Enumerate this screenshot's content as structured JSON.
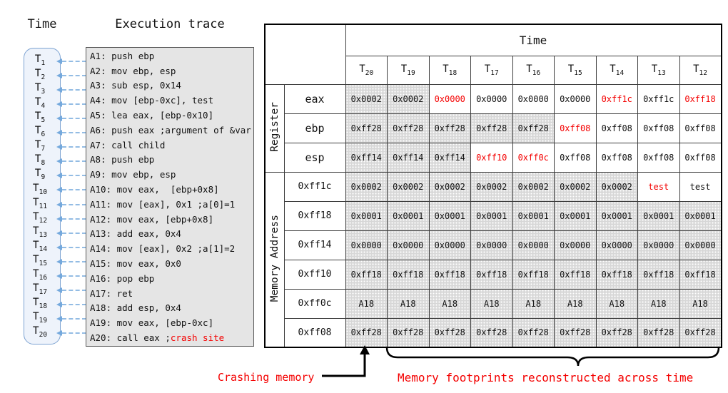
{
  "titles": {
    "time_axis": "Time",
    "execution_trace": "Execution trace"
  },
  "time_points": [
    1,
    2,
    3,
    4,
    5,
    6,
    7,
    8,
    9,
    10,
    11,
    12,
    13,
    14,
    15,
    16,
    17,
    18,
    19,
    20
  ],
  "trace_lines": [
    {
      "text": "A1: push ebp"
    },
    {
      "text": "A2: mov ebp, esp"
    },
    {
      "text": "A3: sub esp, 0x14"
    },
    {
      "text": "A4: mov [ebp-0xc], test"
    },
    {
      "text": "A5: lea eax, [ebp-0x10]"
    },
    {
      "text": "A6: push eax ;argument of &var"
    },
    {
      "text": "A7: call child"
    },
    {
      "text": "A8: push ebp"
    },
    {
      "text": "A9: mov ebp, esp"
    },
    {
      "text": "A10: mov eax,  [ebp+0x8]"
    },
    {
      "text": "A11: mov [eax], 0x1 ;a[0]=1"
    },
    {
      "text": "A12: mov eax, [ebp+0x8]"
    },
    {
      "text": "A13: add eax, 0x4"
    },
    {
      "text": "A14: mov [eax], 0x2 ;a[1]=2"
    },
    {
      "text": "A15: mov eax, 0x0"
    },
    {
      "text": "A16: pop ebp"
    },
    {
      "text": "A17: ret"
    },
    {
      "text": "A18: add esp, 0x4"
    },
    {
      "text": "A19: mov eax, [ebp-0xc]"
    },
    {
      "text": "A20: call eax ;",
      "crash_text": "crash site"
    }
  ],
  "table": {
    "time_header": "Time",
    "columns": [
      20,
      19,
      18,
      17,
      16,
      15,
      14,
      13,
      12
    ],
    "sections": [
      {
        "label": "Register",
        "rows": [
          {
            "label": "eax",
            "values": [
              "0x0002",
              "0x0002",
              "0x0000",
              "0x0000",
              "0x0000",
              "0x0000",
              "0xff1c",
              "0xff1c",
              "0xff18"
            ],
            "shaded": [
              1,
              1,
              0,
              0,
              0,
              0,
              0,
              0,
              0
            ],
            "red": [
              0,
              0,
              1,
              0,
              0,
              0,
              1,
              0,
              1
            ]
          },
          {
            "label": "ebp",
            "values": [
              "0xff28",
              "0xff28",
              "0xff28",
              "0xff28",
              "0xff28",
              "0xff08",
              "0xff08",
              "0xff08",
              "0xff08"
            ],
            "shaded": [
              1,
              1,
              1,
              1,
              1,
              0,
              0,
              0,
              0
            ],
            "red": [
              0,
              0,
              0,
              0,
              0,
              1,
              0,
              0,
              0
            ]
          },
          {
            "label": "esp",
            "values": [
              "0xff14",
              "0xff14",
              "0xff14",
              "0xff10",
              "0xff0c",
              "0xff08",
              "0xff08",
              "0xff08",
              "0xff08"
            ],
            "shaded": [
              1,
              1,
              1,
              0,
              0,
              0,
              0,
              0,
              0
            ],
            "red": [
              0,
              0,
              0,
              1,
              1,
              0,
              0,
              0,
              0
            ]
          }
        ]
      },
      {
        "label": "Memory Address",
        "rows": [
          {
            "label": "0xff1c",
            "values": [
              "0x0002",
              "0x0002",
              "0x0002",
              "0x0002",
              "0x0002",
              "0x0002",
              "0x0002",
              "test",
              "test"
            ],
            "shaded": [
              1,
              1,
              1,
              1,
              1,
              1,
              1,
              0,
              0
            ],
            "red": [
              0,
              0,
              0,
              0,
              0,
              0,
              0,
              1,
              0
            ]
          },
          {
            "label": "0xff18",
            "values": [
              "0x0001",
              "0x0001",
              "0x0001",
              "0x0001",
              "0x0001",
              "0x0001",
              "0x0001",
              "0x0001",
              "0x0001"
            ],
            "shaded": [
              1,
              1,
              1,
              1,
              1,
              1,
              1,
              1,
              1
            ],
            "red": [
              0,
              0,
              0,
              0,
              0,
              0,
              0,
              0,
              0
            ]
          },
          {
            "label": "0xff14",
            "values": [
              "0x0000",
              "0x0000",
              "0x0000",
              "0x0000",
              "0x0000",
              "0x0000",
              "0x0000",
              "0x0000",
              "0x0000"
            ],
            "shaded": [
              1,
              1,
              1,
              1,
              1,
              1,
              1,
              1,
              1
            ],
            "red": [
              0,
              0,
              0,
              0,
              0,
              0,
              0,
              0,
              0
            ]
          },
          {
            "label": "0xff10",
            "values": [
              "0xff18",
              "0xff18",
              "0xff18",
              "0xff18",
              "0xff18",
              "0xff18",
              "0xff18",
              "0xff18",
              "0xff18"
            ],
            "shaded": [
              1,
              1,
              1,
              1,
              1,
              1,
              1,
              1,
              1
            ],
            "red": [
              0,
              0,
              0,
              0,
              0,
              0,
              0,
              0,
              0
            ]
          },
          {
            "label": "0xff0c",
            "values": [
              "A18",
              "A18",
              "A18",
              "A18",
              "A18",
              "A18",
              "A18",
              "A18",
              "A18"
            ],
            "shaded": [
              1,
              1,
              1,
              1,
              1,
              1,
              1,
              1,
              1
            ],
            "red": [
              0,
              0,
              0,
              0,
              0,
              0,
              0,
              0,
              0
            ]
          },
          {
            "label": "0xff08",
            "values": [
              "0xff28",
              "0xff28",
              "0xff28",
              "0xff28",
              "0xff28",
              "0xff28",
              "0xff28",
              "0xff28",
              "0xff28"
            ],
            "shaded": [
              1,
              1,
              1,
              1,
              1,
              1,
              1,
              1,
              1
            ],
            "red": [
              0,
              0,
              0,
              0,
              0,
              0,
              0,
              0,
              0
            ]
          }
        ]
      }
    ]
  },
  "annotations": {
    "crashing_memory": "Crashing memory",
    "footprints": "Memory footprints reconstructed across time"
  },
  "colors": {
    "highlight_red": "#f40000",
    "band_fill": "#eef3fb",
    "band_border": "#7da3d2",
    "arrow_blue": "#74a9dd",
    "trace_box_bg": "#e5e5e5",
    "shaded_cell": "#d7d7d7"
  }
}
